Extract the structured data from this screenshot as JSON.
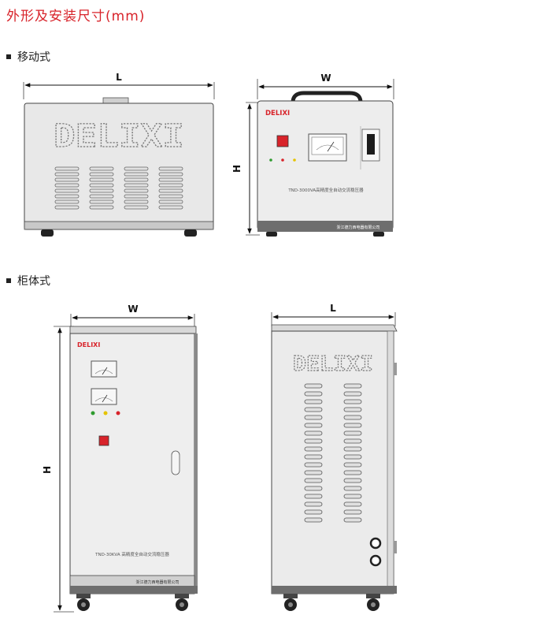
{
  "header": {
    "title": "外形及安装尺寸(mm)"
  },
  "sections": [
    {
      "label": "移动式"
    },
    {
      "label": "柜体式"
    }
  ],
  "dimensions": {
    "length": "L",
    "width": "W",
    "height": "H"
  },
  "portable_front": {
    "brand": "DELIXI",
    "model_text": "TND-3000VA高精度全自动交流稳压器",
    "company": "浙江德力西电器有限公司"
  },
  "cabinet_front": {
    "brand": "DELIXI",
    "model_text": "TND-30KVA 高精度全自动交流稳压器",
    "company": "浙江德力西电器有限公司"
  },
  "cabinet_side": {
    "logo": "DELIXI"
  },
  "colors": {
    "title_red": "#d8232a",
    "body_gray": "#e6e6e6",
    "base_dark": "#6e6e6e"
  }
}
